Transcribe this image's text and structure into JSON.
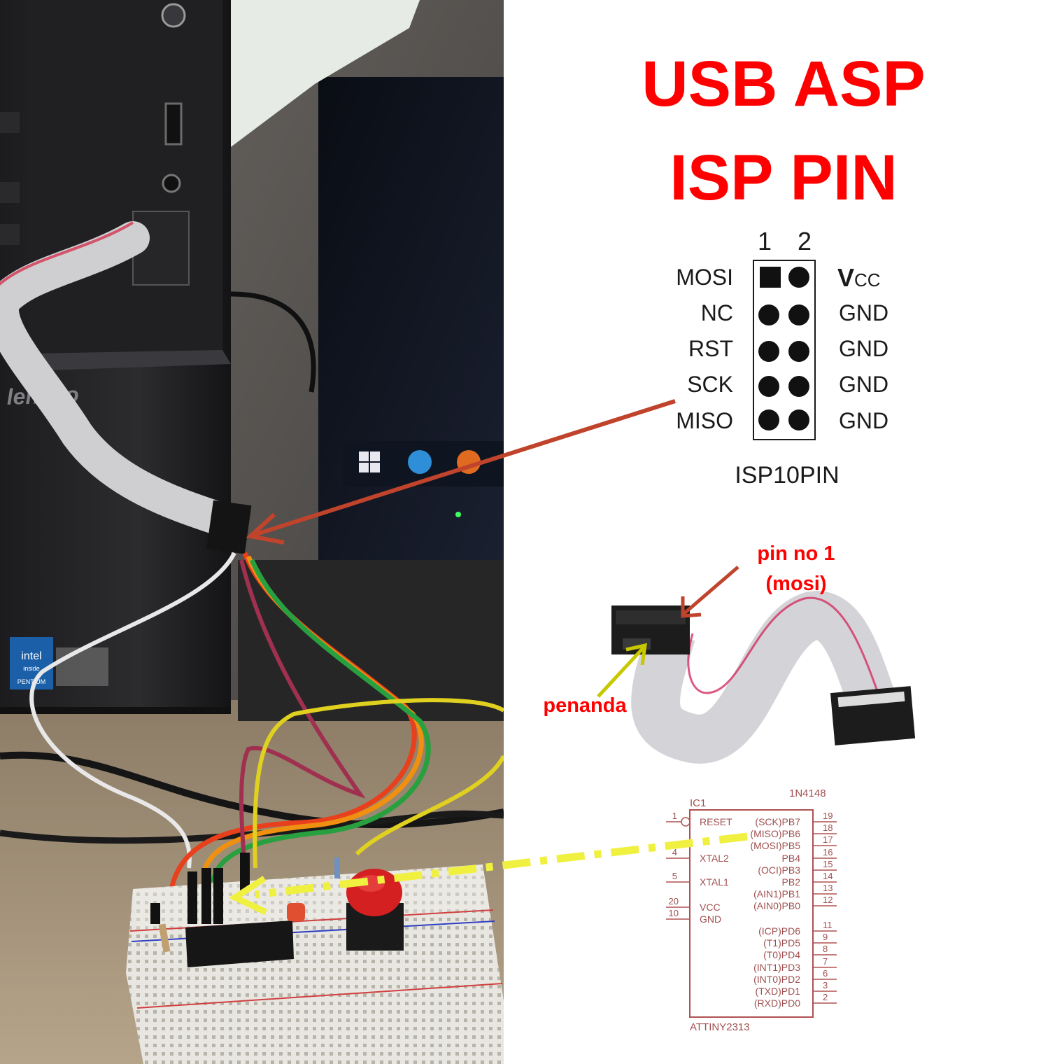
{
  "title": {
    "line1": "USB ASP",
    "line2": "ISP PIN"
  },
  "header": {
    "col1": "1",
    "col2": "2",
    "pins_left": [
      "MOSI",
      "NC",
      "RST",
      "SCK",
      "MISO"
    ],
    "pins_right": [
      "GND",
      "GND",
      "GND",
      "GND"
    ],
    "vcc_main": "V",
    "vcc_sub": "CC",
    "name": "ISP10PIN"
  },
  "cable_labels": {
    "pin1_line1": "pin no 1",
    "pin1_line2": "(mosi)",
    "marker": "penanda"
  },
  "photo_labels": {
    "intel_line1": "intel",
    "intel_line2": "inside",
    "intel_line3": "PENTIUM",
    "brand": "lenovo"
  },
  "ic": {
    "ref": "IC1",
    "part": "ATTINY2313",
    "diode": "1N4148",
    "left_pins": [
      {
        "num": "1",
        "name": "RESET"
      },
      {
        "num": "4",
        "name": "XTAL2"
      },
      {
        "num": "5",
        "name": "XTAL1"
      },
      {
        "num": "20",
        "name": "VCC"
      },
      {
        "num": "10",
        "name": "GND"
      }
    ],
    "right_pins": [
      {
        "num": "19",
        "name": "(SCK)PB7"
      },
      {
        "num": "18",
        "name": "(MISO)PB6"
      },
      {
        "num": "17",
        "name": "(MOSI)PB5"
      },
      {
        "num": "16",
        "name": "PB4"
      },
      {
        "num": "15",
        "name": "(OCI)PB3"
      },
      {
        "num": "14",
        "name": "PB2"
      },
      {
        "num": "13",
        "name": "(AIN1)PB1"
      },
      {
        "num": "12",
        "name": "(AIN0)PB0"
      },
      {
        "num": "11",
        "name": "(ICP)PD6"
      },
      {
        "num": "9",
        "name": "(T1)PD5"
      },
      {
        "num": "8",
        "name": "(T0)PD4"
      },
      {
        "num": "7",
        "name": "(INT1)PD3"
      },
      {
        "num": "6",
        "name": "(INT0)PD2"
      },
      {
        "num": "3",
        "name": "(TXD)PD1"
      },
      {
        "num": "2",
        "name": "(RXD)PD0"
      }
    ]
  },
  "colors": {
    "title": "#ff0000",
    "arrow_brown": "#c0432c",
    "arrow_olive": "#c8c800",
    "arrow_yellow": "#f0f040",
    "schematic": "#b05050"
  }
}
